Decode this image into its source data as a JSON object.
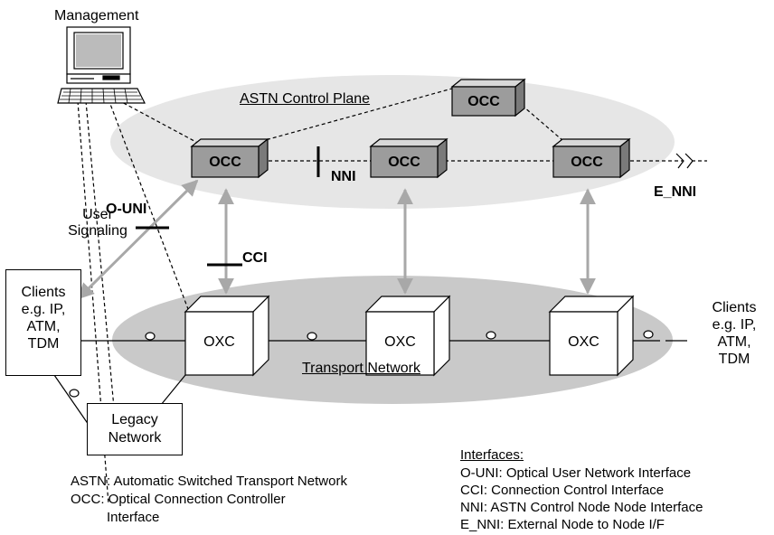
{
  "management": {
    "label": "Management"
  },
  "control_plane": {
    "label": "ASTN Control Plane"
  },
  "transport": {
    "label": "Transport Network"
  },
  "nodes": {
    "occ_label": "OCC",
    "oxc_label": "OXC"
  },
  "interfaces_on_diagram": {
    "nni": "NNI",
    "e_nni": "E_NNI",
    "o_uni": "O-UNI",
    "cci": "CCI",
    "user_signaling_line1": "User",
    "user_signaling_line2": "Signaling"
  },
  "clients_left": {
    "line1": "Clients",
    "line2": "e.g. IP,",
    "line3": "ATM,",
    "line4": "TDM"
  },
  "clients_right": {
    "line1": "Clients",
    "line2": "e.g. IP,",
    "line3": "ATM,",
    "line4": "TDM"
  },
  "legacy": {
    "line1": "Legacy",
    "line2": "Network"
  },
  "legend_left": {
    "astn": "ASTN: Automatic Switched Transport Network",
    "occ_line1": "OCC: Optical Connection Controller",
    "occ_line2": "Interface"
  },
  "legend_right": {
    "title": "Interfaces:",
    "o_uni": "O-UNI: Optical User Network Interface",
    "cci": "CCI: Connection Control Interface",
    "nni": "NNI: ASTN Control Node Node Interface",
    "e_nni": "E_NNI: External Node to Node I/F"
  }
}
